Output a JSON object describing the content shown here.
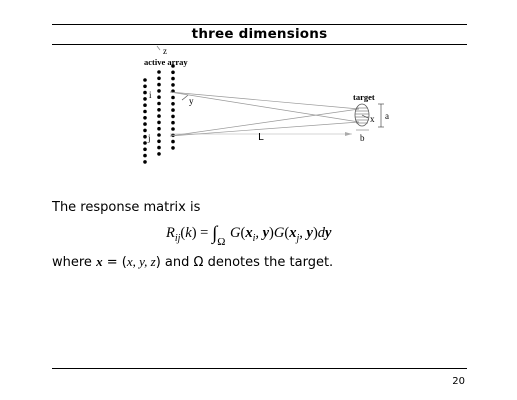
{
  "slide": {
    "title": "three dimensions",
    "page_number": "20"
  },
  "diagram": {
    "axis_z": "z",
    "axis_y": "y",
    "active_array_label": "active array",
    "index_i": "i",
    "index_j": "j",
    "target_label": "target",
    "distance_label": "L",
    "label_x": "x",
    "label_a": "a",
    "label_b": "b"
  },
  "body": {
    "intro": "The response matrix is",
    "where_prefix": "where",
    "where_middle": "and",
    "where_suffix": "denotes the target."
  }
}
